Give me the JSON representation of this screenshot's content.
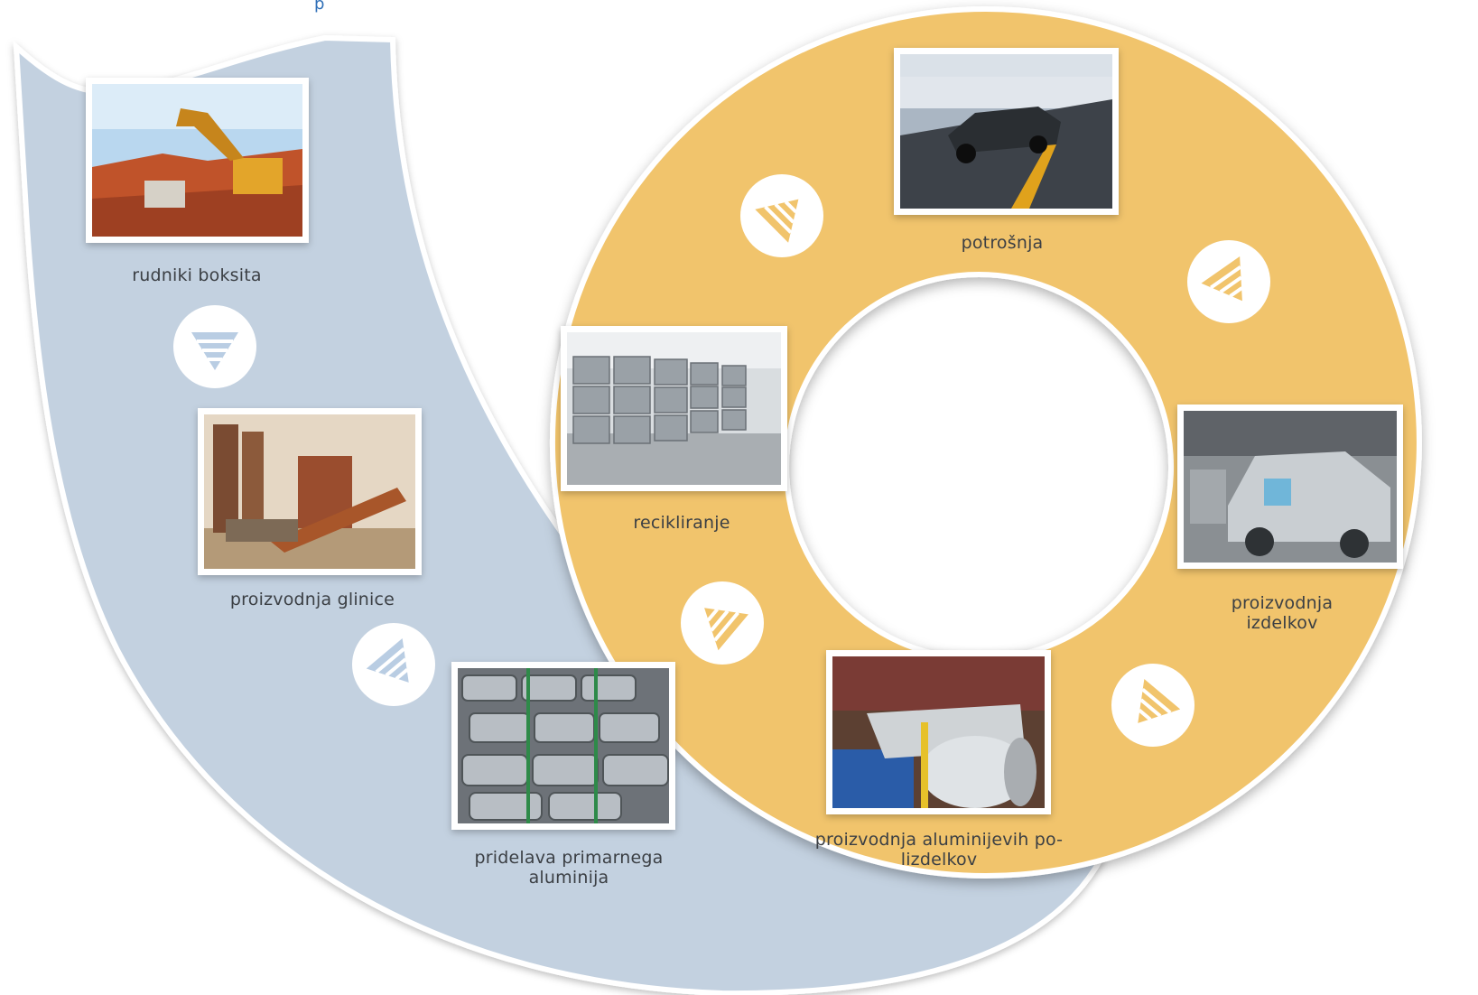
{
  "top_fragment": "p",
  "colors": {
    "primary_band": "#c3d1e0",
    "recycling_ring": "#f1c46c",
    "photo_frame": "#ffffff",
    "arrow_primary": "#b9cde3",
    "arrow_recycle": "#f1c46c",
    "text": "#3b3f44"
  },
  "stages": [
    {
      "id": "bauxite",
      "label": "rudniki boksita",
      "photo": "excavator-and-truck-in-red-mine-photo"
    },
    {
      "id": "alumina",
      "label": "proizvodnja glinice",
      "photo": "alumina-refinery-plant-photo"
    },
    {
      "id": "primary",
      "label": "pridelava primarnega\naluminija",
      "photo": "aluminium-ingot-stack-photo"
    },
    {
      "id": "semi",
      "label": "proizvodnja aluminijevih po-\nlizdelkov",
      "photo": "aluminium-foil-rolling-mill-photo"
    },
    {
      "id": "products",
      "label": "proizvodnja\nizdelkov",
      "photo": "car-body-assembly-line-photo"
    },
    {
      "id": "consumption",
      "label": "potrošnja",
      "photo": "car-driving-on-road-photo"
    },
    {
      "id": "recycling",
      "label": "recikliranje",
      "photo": "scrap-aluminium-bales-warehouse-photo"
    }
  ],
  "arrow_icon": "triangle-arrow-icon"
}
